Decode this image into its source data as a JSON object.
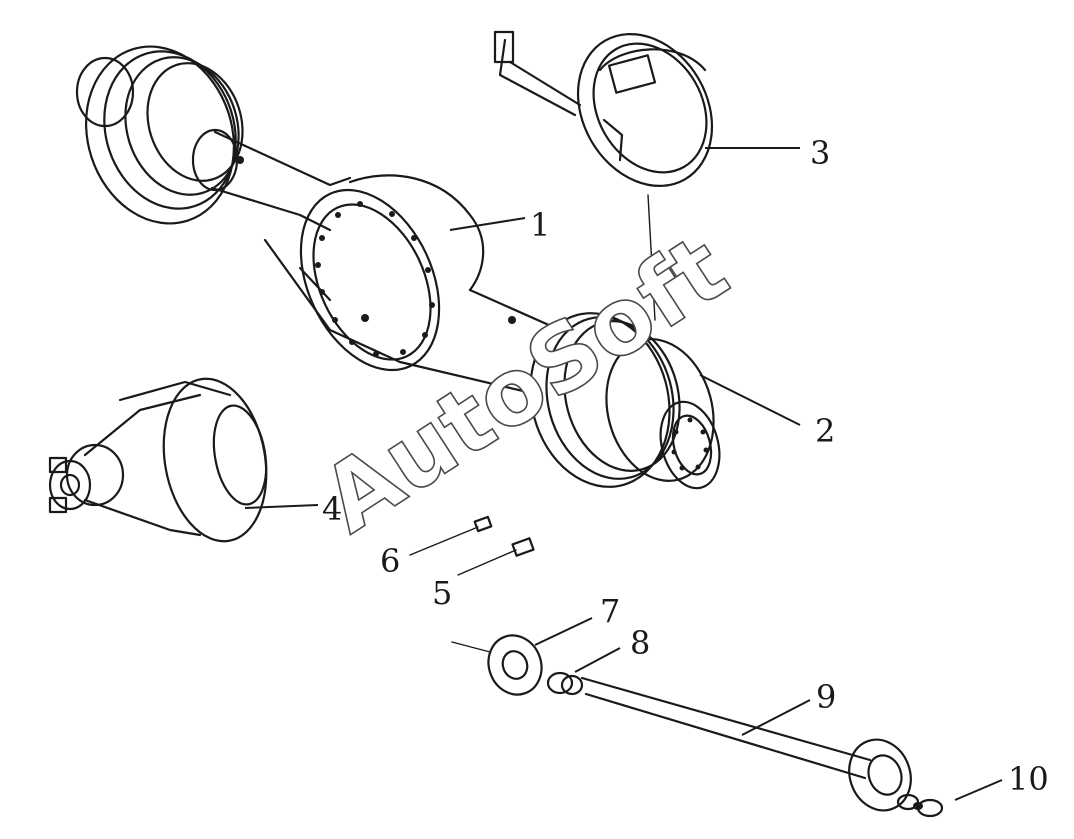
{
  "watermark": "AutoSoft",
  "callouts": [
    {
      "id": "1",
      "label": "1"
    },
    {
      "id": "2",
      "label": "2"
    },
    {
      "id": "3",
      "label": "3"
    },
    {
      "id": "4",
      "label": "4"
    },
    {
      "id": "5",
      "label": "5"
    },
    {
      "id": "6",
      "label": "6"
    },
    {
      "id": "7",
      "label": "7"
    },
    {
      "id": "8",
      "label": "8"
    },
    {
      "id": "9",
      "label": "9"
    },
    {
      "id": "10",
      "label": "10"
    }
  ],
  "icons": {
    "axle-housing": "axle-housing-icon",
    "wheel-hub": "wheel-hub-icon",
    "brake-assembly": "brake-assembly-icon",
    "differential": "differential-icon",
    "half-shaft": "half-shaft-icon"
  }
}
